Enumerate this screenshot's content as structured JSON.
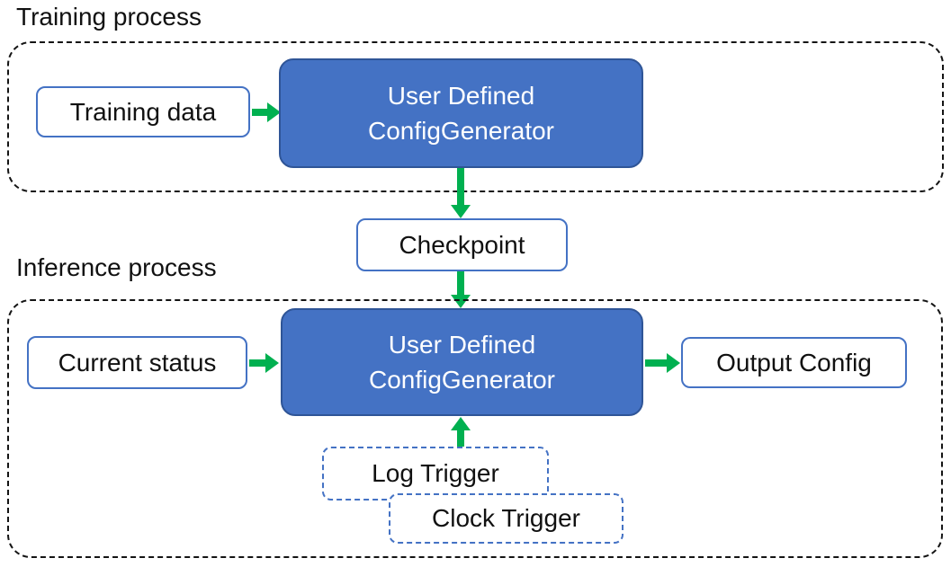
{
  "diagram": {
    "training_section": {
      "title": "Training process"
    },
    "inference_section": {
      "title": "Inference process"
    },
    "nodes": {
      "training_data": {
        "label": "Training data"
      },
      "config_generator_training": {
        "line1": "User Defined",
        "line2": "ConfigGenerator"
      },
      "checkpoint": {
        "label": "Checkpoint"
      },
      "current_status": {
        "label": "Current status"
      },
      "config_generator_inference": {
        "line1": "User Defined",
        "line2": "ConfigGenerator"
      },
      "output_config": {
        "label": "Output Config"
      },
      "log_trigger": {
        "label": "Log Trigger"
      },
      "clock_trigger": {
        "label": "Clock Trigger"
      }
    },
    "colors": {
      "primary_blue_fill": "#4472C4",
      "primary_blue_border": "#2F5597",
      "outline_blue": "#4472C4",
      "arrow_green": "#00B050",
      "container_dash_black": "#141414",
      "text_dark": "#111111",
      "text_light": "#ffffff"
    }
  }
}
